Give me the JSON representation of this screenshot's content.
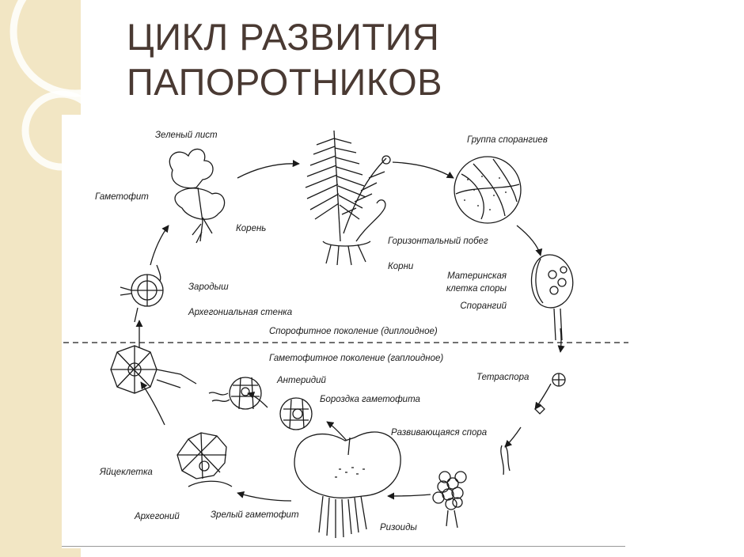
{
  "slide": {
    "title_line1": "ЦИКЛ РАЗВИТИЯ",
    "title_line2": "ПАПОРОТНИКОВ",
    "title_color": "#4a3a33",
    "accent_color": "#f2e6c4"
  },
  "diagram": {
    "labels": {
      "green_leaf": "Зеленый лист",
      "gametophyte_top": "Гаметофит",
      "root": "Корень",
      "sorus_group": "Группа спорангиев",
      "horizontal_shoot": "Горизонтальный побег",
      "roots": "Корни",
      "spore_mother_cell_1": "Материнская",
      "spore_mother_cell_2": "клетка споры",
      "sporangium": "Спорангий",
      "embryo": "Зародыш",
      "archegonial_wall": "Архегониальная стенка",
      "sporophyte_generation": "Спорофитное поколение (диплоидное)",
      "gametophyte_generation": "Гаметофитное поколение (гаплоидное)",
      "tetraspore": "Тетраспора",
      "antheridium": "Антеридий",
      "gametophyte_groove": "Бороздка гаметофита",
      "developing_spore": "Развивающаяся спора",
      "egg_cell": "Яйцеклетка",
      "archegonium": "Архегоний",
      "mature_gametophyte": "Зрелый гаметофит",
      "rhizoids": "Ризоиды"
    }
  }
}
